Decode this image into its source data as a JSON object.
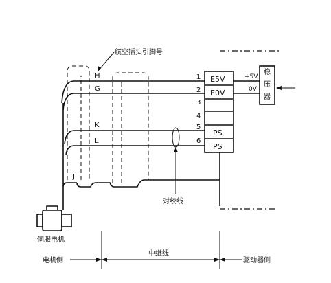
{
  "labels": {
    "plug_pin": "航空插头引脚号",
    "twisted_pair": "对绞线",
    "servo_motor": "伺服电机",
    "motor_side": "电机侧",
    "relay_line": "中继线",
    "driver_side": "驱动器侧",
    "regulator": "稳压器",
    "plus5v": "+5V",
    "zero_v": "0V"
  },
  "pins": [
    "H",
    "G",
    "K",
    "L",
    "J"
  ],
  "terminals": [
    {
      "num": "1",
      "label": "E5V"
    },
    {
      "num": "2",
      "label": "E0V"
    },
    {
      "num": "3",
      "label": ""
    },
    {
      "num": "4",
      "label": ""
    },
    {
      "num": "5",
      "label": "PS"
    },
    {
      "num": "6",
      "label": "PS"
    }
  ]
}
